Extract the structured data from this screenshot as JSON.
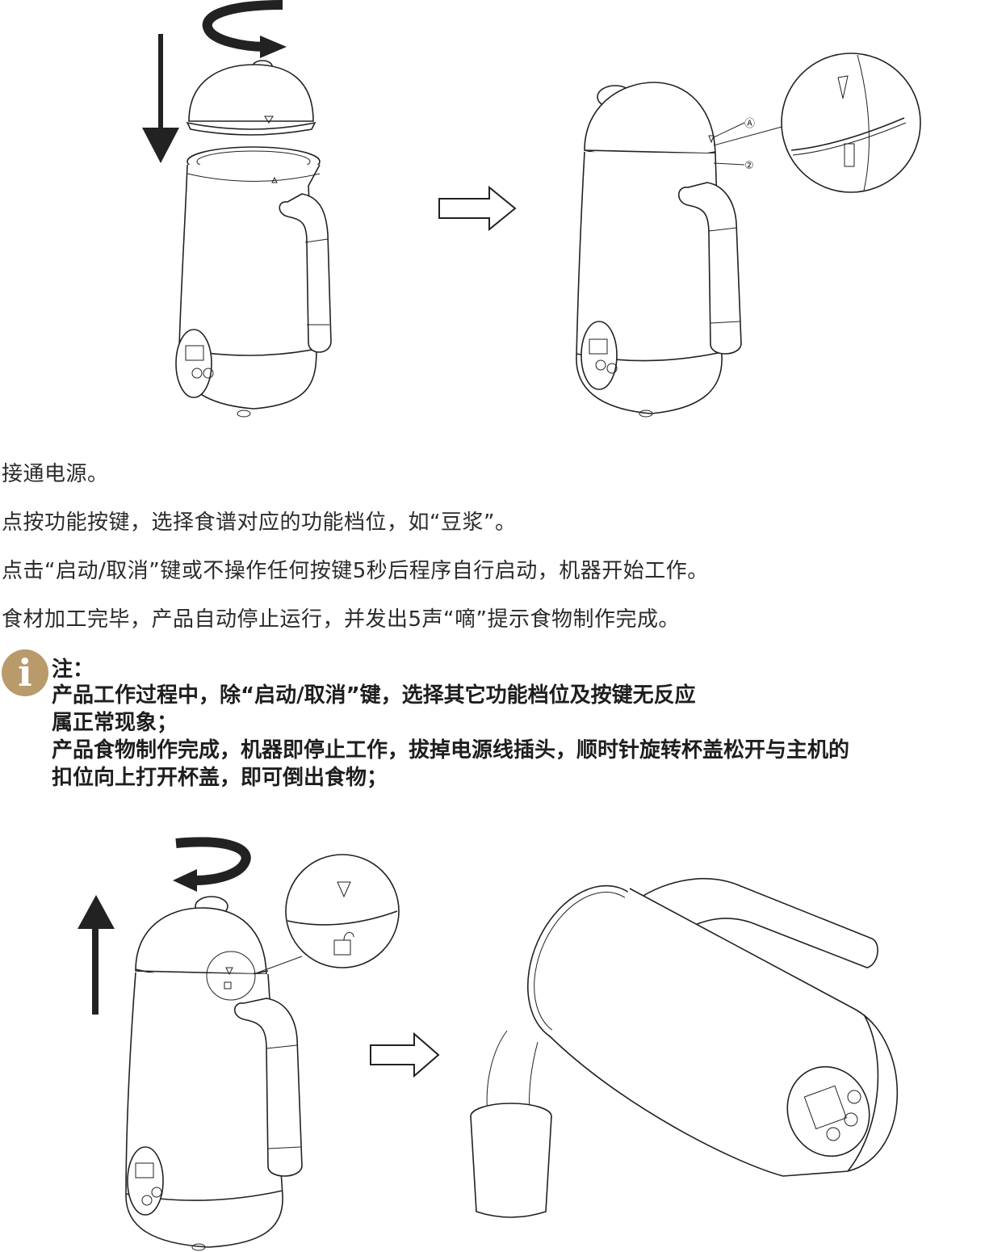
{
  "steps": [
    "接通电源。",
    "点按功能按键，选择食谱对应的功能档位，如“豆浆”。",
    "点击“启动/取消”键或不操作任何按键5秒后程序自行启动，机器开始工作。",
    "食材加工完毕，产品自动停止运行，并发出5声“嘀”提示食物制作完成。"
  ],
  "note": {
    "icon": "info-icon",
    "icon_glyph": "i",
    "lines": [
      "注：",
      "产品工作过程中，除“启动/取消”键，选择其它功能档位及按键无反应",
      "属正常现象；",
      "产品食物制作完成，机器即停止工作，拔掉电源线插头，顺时针旋转杯盖松开与主机的",
      "扣位向上打开杯盖，即可倒出食物；"
    ],
    "accent_color": "#b99a6a"
  },
  "callouts": {
    "a": "Ⓐ",
    "b": "②"
  },
  "figures": [
    {
      "name": "close-lid-figure",
      "icons": [
        "down-arrow-icon",
        "rotate-arrow-icon",
        "kettle-icon"
      ]
    },
    {
      "name": "lid-closed-figure",
      "icons": [
        "kettle-icon",
        "magnifier-icon"
      ]
    },
    {
      "name": "open-lid-figure",
      "icons": [
        "up-arrow-icon",
        "rotate-arrow-icon",
        "kettle-icon",
        "magnifier-icon"
      ]
    },
    {
      "name": "pour-figure",
      "icons": [
        "tilted-kettle-icon",
        "cup-icon"
      ]
    }
  ]
}
